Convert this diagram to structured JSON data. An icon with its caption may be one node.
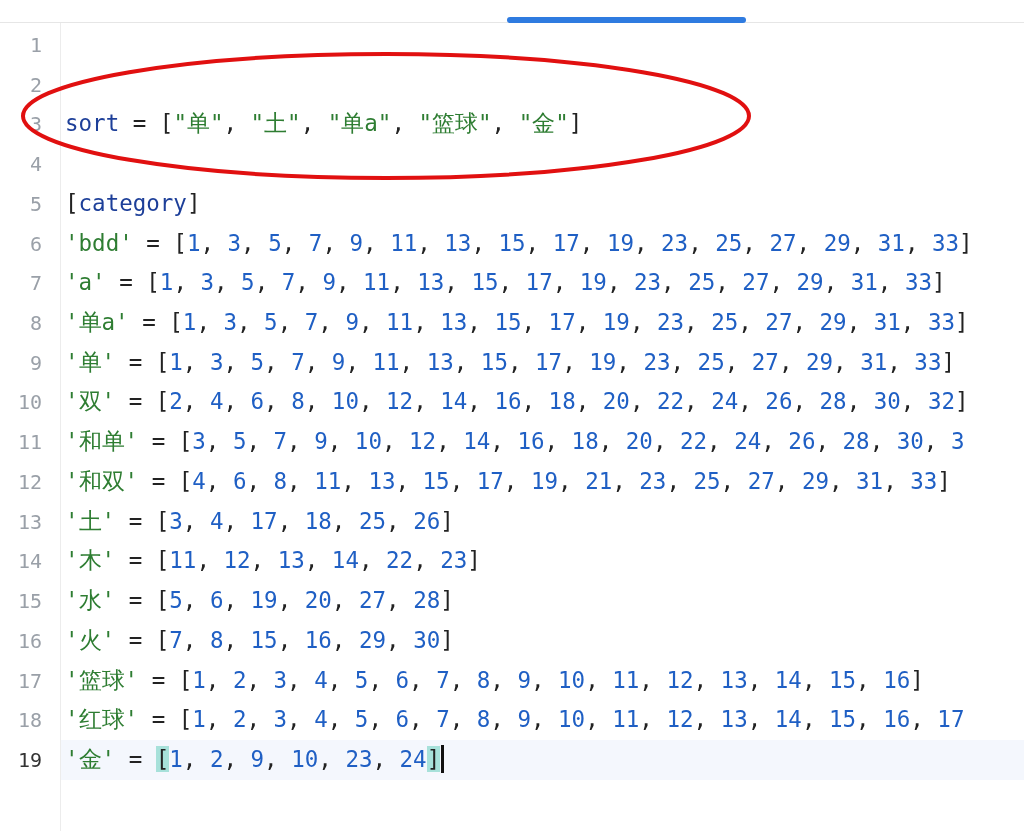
{
  "diagram": {
    "labels": [
      "1",
      "2",
      "3",
      "sort = [\"单\", \"土\", \"单a\", \"篮球\", \"金\"]",
      "4",
      "5",
      "[category]",
      "6",
      "'bdd' = [1, 3, 5, 7, 9, 11, 13, 15, 17, 19, 23, 25, 27, 29, 31, 33]",
      "7",
      "'a' = [1, 3, 5, 7, 9, 11, 13, 15, 17, 19, 23, 25, 27, 29, 31, 33]",
      "8",
      "'单a' = [1, 3, 5, 7, 9, 11, 13, 15, 17, 19, 23, 25, 27, 29, 31, 33]",
      "9",
      "'单' = [1, 3, 5, 7, 9, 11, 13, 15, 17, 19, 23, 25, 27, 29, 31, 33]",
      "10",
      "'双' = [2, 4, 6, 8, 10, 12, 14, 16, 18, 20, 22, 24, 26, 28, 30, 32]",
      "11",
      "'和单' = [3, 5, 7, 9, 10, 12, 14, 16, 18, 20, 22, 24, 26, 28, 30, 3",
      "12",
      "'和双' = [4, 6, 8, 11, 13, 15, 17, 19, 21, 23, 25, 27, 29, 31, 33]",
      "13",
      "'土' = [3, 4, 17, 18, 25, 26]",
      "14",
      "'木' = [11, 12, 13, 14, 22, 23]",
      "15",
      "'水' = [5, 6, 19, 20, 27, 28]",
      "16",
      "'火' = [7, 8, 15, 16, 29, 30]",
      "17",
      "'篮球' = [1, 2, 3, 4, 5, 6, 7, 8, 9, 10, 11, 12, 13, 14, 15, 16]",
      "18",
      "'红球' = [1, 2, 3, 4, 5, 6, 7, 8, 9, 10, 11, 12, 13, 14, 15, 16, 17",
      "19",
      "'金' = [1, 2, 9, 10, 23, 24]"
    ]
  }
}
